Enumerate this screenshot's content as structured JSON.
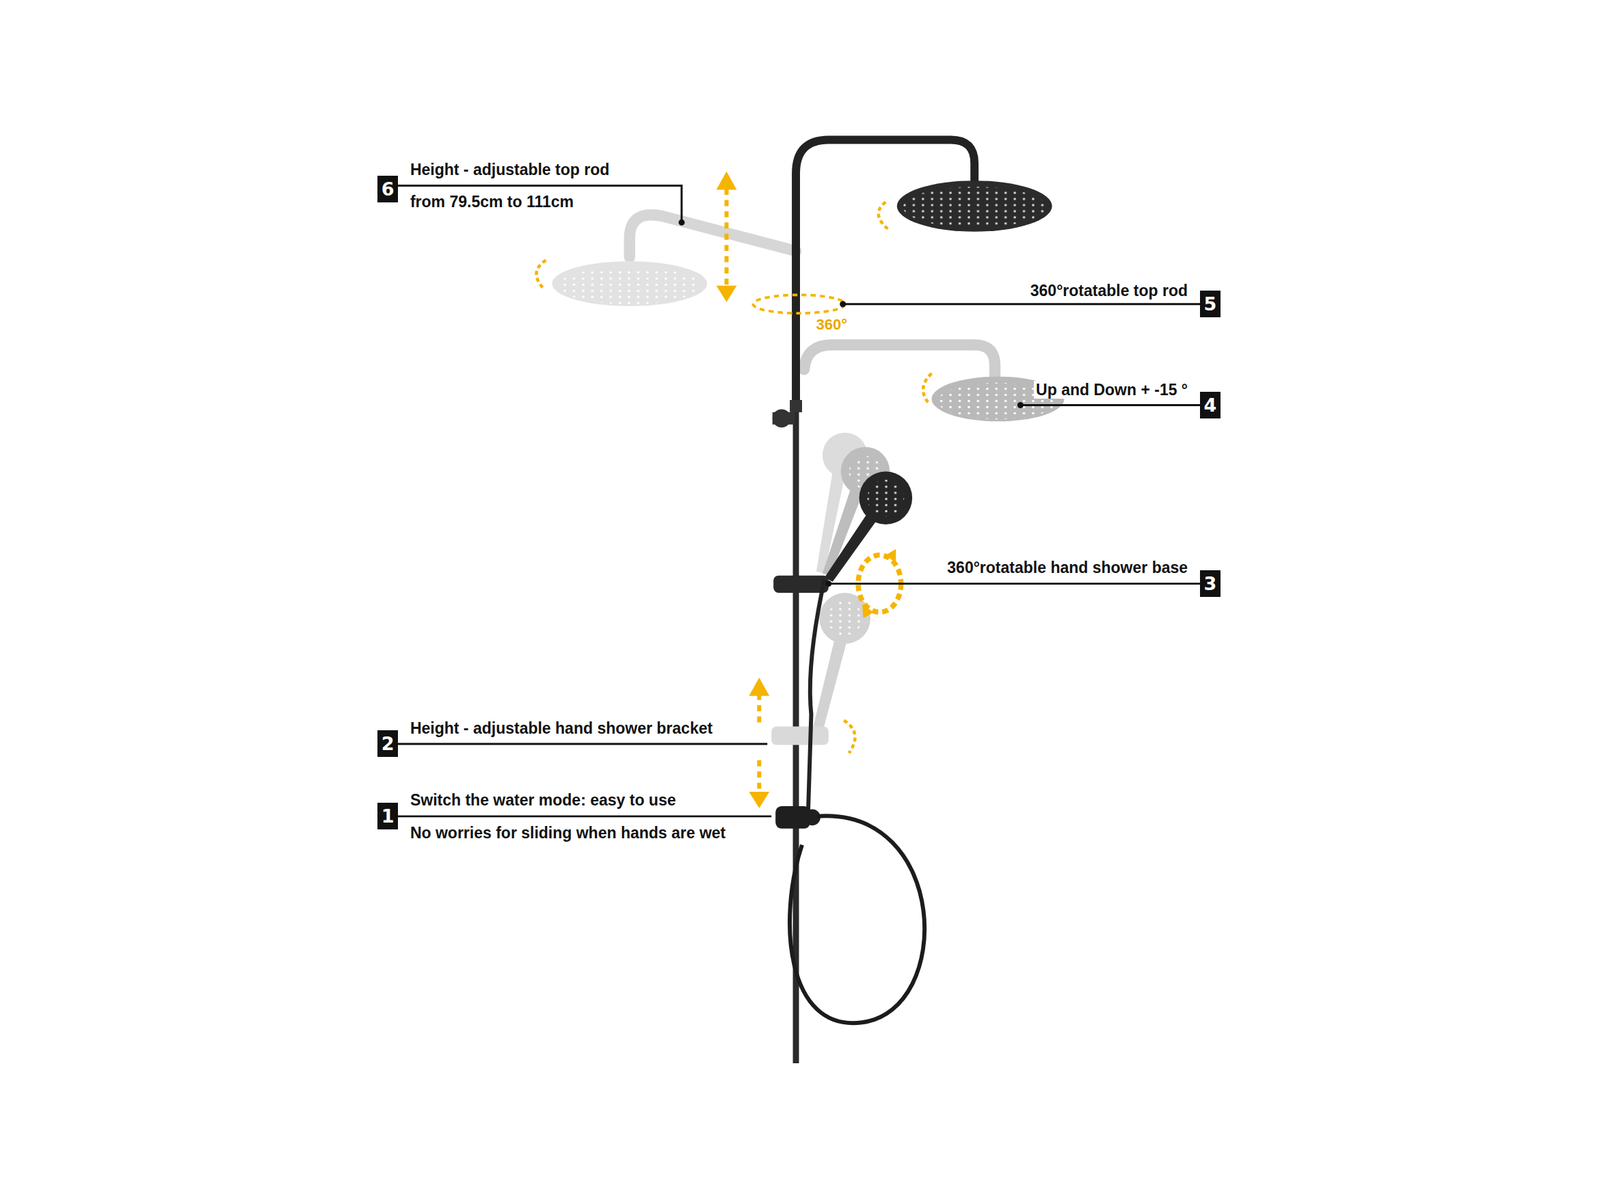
{
  "diagram": {
    "nodes": [
      {
        "text": [
          "6"
        ]
      },
      {
        "text": [
          "5"
        ]
      },
      {
        "text": [
          "4"
        ]
      },
      {
        "text": [
          "3"
        ]
      },
      {
        "text": [
          "2"
        ]
      },
      {
        "text": [
          "1"
        ]
      }
    ],
    "labels": [
      "Height - adjustable top rod",
      "from 79.5cm to 111cm",
      "360°rotatable top rod",
      "360°",
      "Up and Down + -15 °",
      "360°rotatable hand shower base",
      "Height - adjustable hand shower bracket",
      "Switch the water mode: easy to use",
      "No worries for sliding when hands are wet"
    ]
  }
}
